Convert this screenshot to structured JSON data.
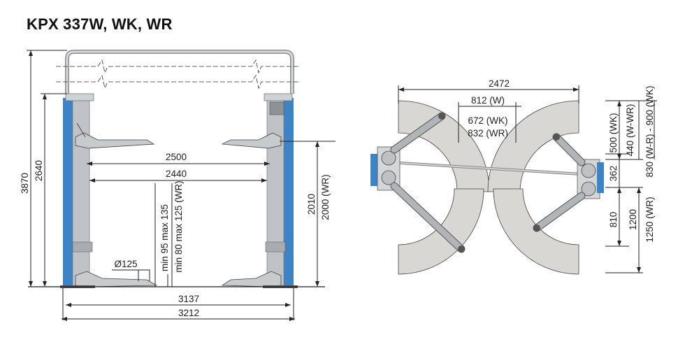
{
  "title": "KPX 337W, WK, WR",
  "colors": {
    "column_blue": "#3d84c6",
    "column_grey": "#bfc3c8",
    "arm_grey": "#a6aaae",
    "arc_fill": "#d9d7d3",
    "line": "#222222"
  },
  "front_view": {
    "overall_height": "3870",
    "column_height": "2640",
    "width_inner_upper": "2500",
    "width_inner_lower": "2440",
    "lift_height_a": "2010",
    "lift_height_b": "2000 (WR)",
    "pad_min_a": "min 95 max 135",
    "pad_min_b": "min 80 max 125 (WR)",
    "pad_diameter": "Ø125",
    "base_width_a": "3137",
    "base_width_b": "3212"
  },
  "top_view": {
    "overall_width": "2472",
    "offset_w": "812 (W)",
    "offset_wk": "672 (WK)",
    "offset_wr": "832 (WR)",
    "dim_500": "500 (WK)",
    "dim_440": "440 (W-WR)",
    "dim_830_900": "830 (W-R) - 900 (WK)",
    "dim_362": "362",
    "dim_810": "810",
    "dim_1200": "1200",
    "dim_1250": "1250 (WR)"
  }
}
